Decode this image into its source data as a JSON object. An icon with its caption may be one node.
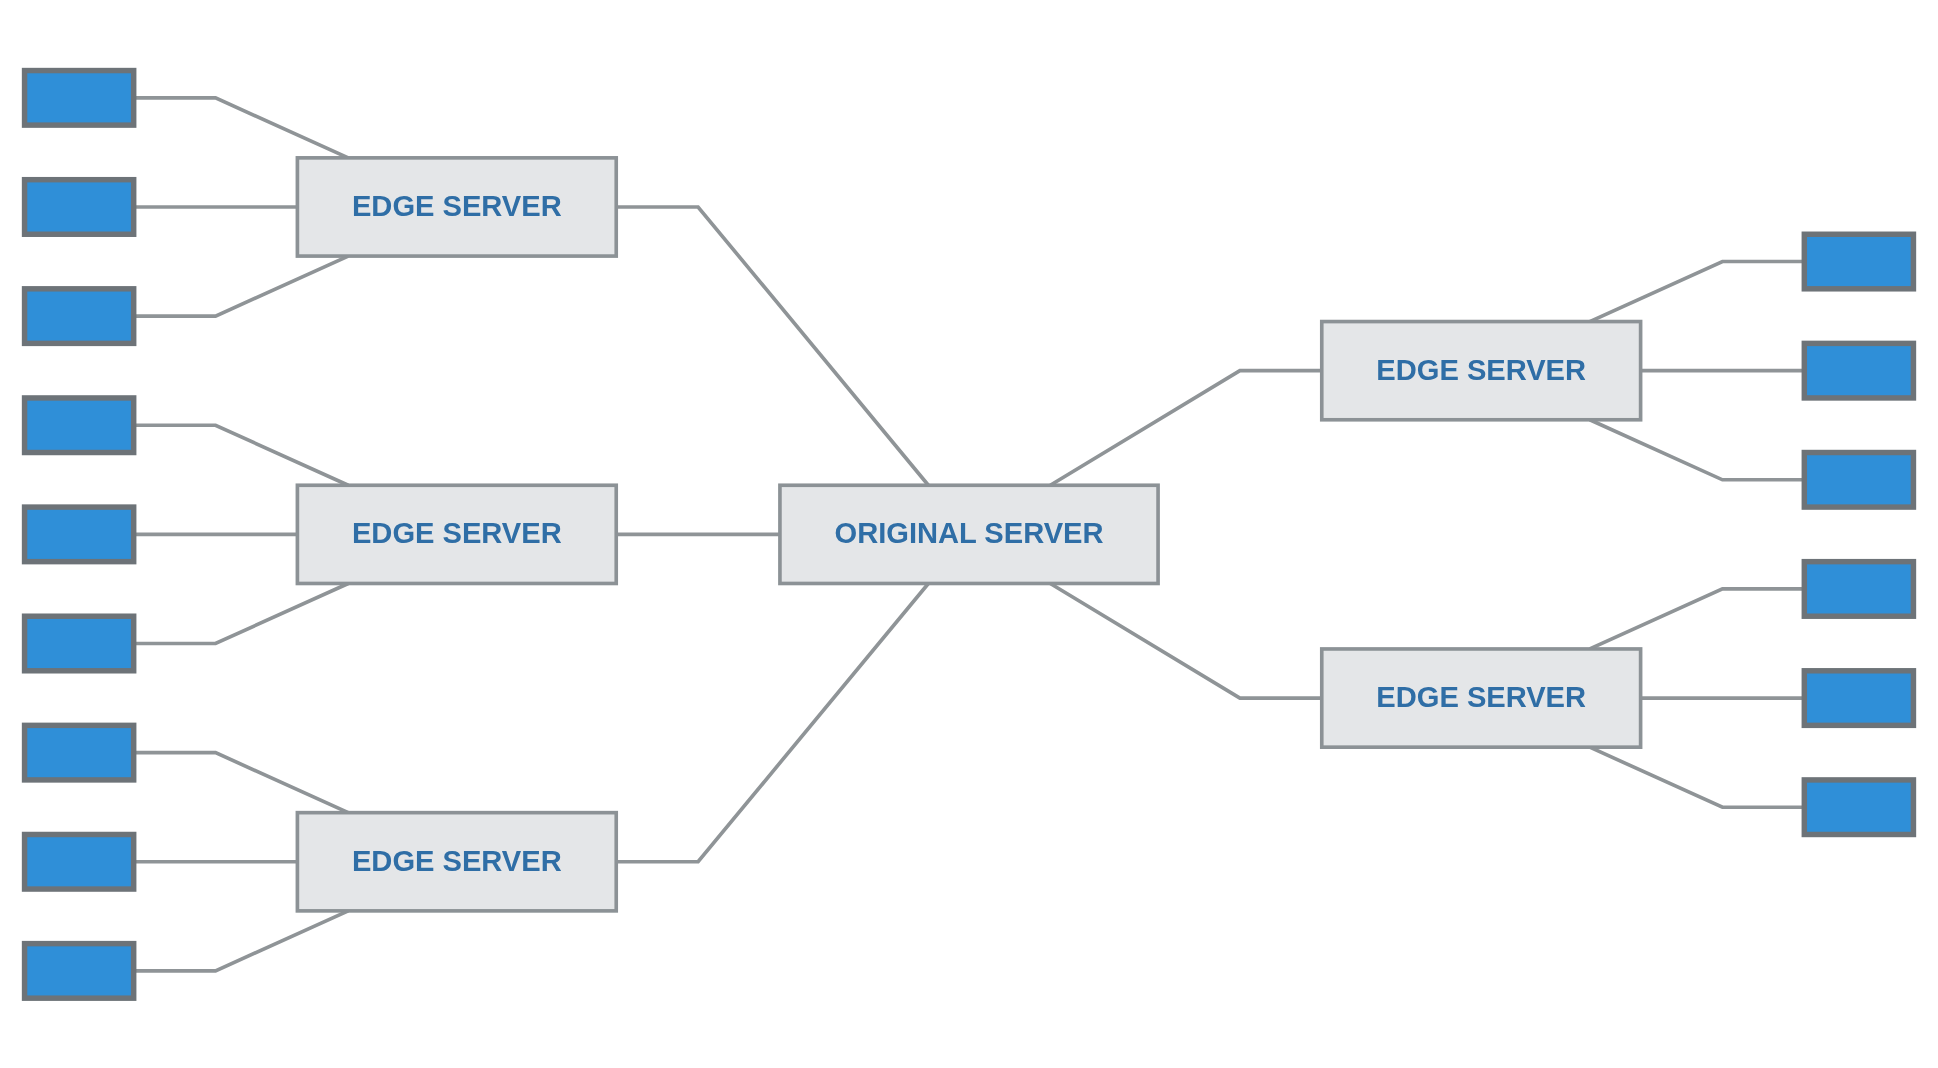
{
  "diagram": {
    "nodes": [
      {
        "text": [
          "EDGE SERVER"
        ]
      },
      {
        "text": [],
        "shape": "box"
      },
      {
        "text": [],
        "shape": "box"
      },
      {
        "text": [],
        "shape": "box"
      },
      {
        "text": [
          "EDGE SERVER"
        ]
      },
      {
        "text": [],
        "shape": "box"
      },
      {
        "text": [],
        "shape": "box"
      },
      {
        "text": [],
        "shape": "box"
      },
      {
        "text": [
          "EDGE SERVER"
        ]
      },
      {
        "text": [],
        "shape": "box"
      },
      {
        "text": [],
        "shape": "box"
      },
      {
        "text": [],
        "shape": "box"
      },
      {
        "text": [
          "ORIGINAL SERVER"
        ]
      },
      {
        "text": [
          "EDGE SERVER"
        ]
      },
      {
        "text": [],
        "shape": "box"
      },
      {
        "text": [],
        "shape": "box"
      },
      {
        "text": [],
        "shape": "box"
      },
      {
        "text": [
          "EDGE SERVER"
        ]
      },
      {
        "text": [],
        "shape": "box"
      },
      {
        "text": [],
        "shape": "box"
      },
      {
        "text": [],
        "shape": "box"
      }
    ],
    "edges": [
      {
        "from": 1,
        "to": 0,
        "arrow": "none"
      },
      {
        "from": 2,
        "to": 0,
        "arrow": "none"
      },
      {
        "from": 3,
        "to": 0,
        "arrow": "none"
      },
      {
        "from": 5,
        "to": 4,
        "arrow": "none"
      },
      {
        "from": 6,
        "to": 4,
        "arrow": "none"
      },
      {
        "from": 7,
        "to": 4,
        "arrow": "none"
      },
      {
        "from": 0,
        "to": 12,
        "arrow": "none"
      },
      {
        "from": 4,
        "to": 12,
        "arrow": "none"
      },
      {
        "from": 12,
        "to": 8,
        "arrow": "none"
      },
      {
        "from": 8,
        "to": 9,
        "arrow": "none"
      },
      {
        "from": 8,
        "to": 10,
        "arrow": "none"
      },
      {
        "from": 8,
        "to": 11,
        "arrow": "none"
      },
      {
        "from": 14,
        "to": 13,
        "arrow": "none"
      },
      {
        "from": 15,
        "to": 13,
        "arrow": "none"
      },
      {
        "from": 16,
        "to": 13,
        "arrow": "none"
      },
      {
        "from": 13,
        "to": 12,
        "arrow": "none"
      },
      {
        "from": 12,
        "to": 17,
        "arrow": "none"
      },
      {
        "from": 17,
        "to": 18,
        "arrow": "none"
      },
      {
        "from": 17,
        "to": 19,
        "arrow": "none"
      },
      {
        "from": 17,
        "to": 20,
        "arrow": "none"
      }
    ]
  }
}
